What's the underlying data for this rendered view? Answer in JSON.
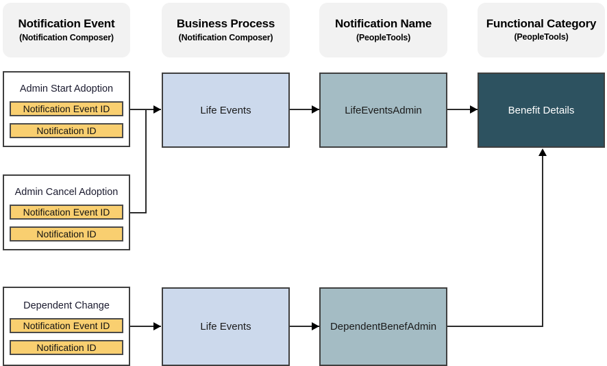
{
  "diagram": {
    "columns": [
      {
        "title": "Notification Event",
        "subtitle": "(Notification Composer)"
      },
      {
        "title": "Business Process",
        "subtitle": "(Notification Composer)"
      },
      {
        "title": "Notification Name",
        "subtitle": "(PeopleTools)"
      },
      {
        "title": "Functional Category",
        "subtitle": "(PeopleTools)"
      }
    ],
    "events": [
      {
        "title": "Admin Start Adoption",
        "fields": [
          "Notification Event ID",
          "Notification ID"
        ]
      },
      {
        "title": "Admin Cancel Adoption",
        "fields": [
          "Notification Event ID",
          "Notification ID"
        ]
      },
      {
        "title": "Dependent Change",
        "fields": [
          "Notification Event ID",
          "Notification ID"
        ]
      }
    ],
    "processes": [
      {
        "label": "Life Events"
      },
      {
        "label": "Life Events"
      }
    ],
    "notification_names": [
      {
        "label": "LifeEventsAdmin"
      },
      {
        "label": "DependentBenefAdmin"
      }
    ],
    "functional_categories": [
      {
        "label": "Benefit Details"
      }
    ],
    "colors": {
      "header_pill": "#f2f2f2",
      "event_box": "#ffffff",
      "event_field_chip": "#f9cf70",
      "process_box": "#ccd9ec",
      "notification_name_box": "#a4bcc4",
      "functional_category_box": "#2d5260",
      "border": "#3f3f3f",
      "connector": "#2b2b2b"
    }
  }
}
